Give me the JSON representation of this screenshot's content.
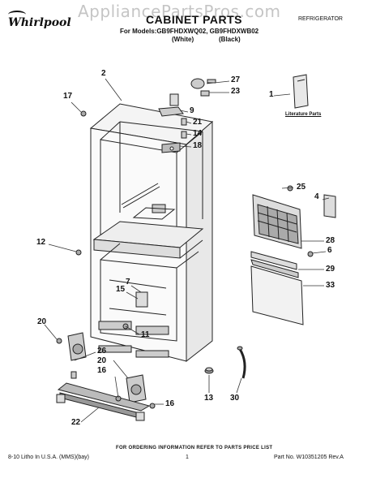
{
  "watermark": "AppliancePartsPros.com",
  "brand": "Whirlpool",
  "title": "CABINET PARTS",
  "category": "REFRIGERATOR",
  "models": "For Models:GB9FHDXWQ02, GB9FHDXWB02",
  "colors": [
    "(White)",
    "(Black)"
  ],
  "literature_label": "Literature Parts",
  "order_note": "FOR ORDERING INFORMATION REFER TO PARTS PRICE LIST",
  "footer": {
    "left": "8-10 Litho In U.S.A. (MMS)(bay)",
    "page": "1",
    "part_no": "Part No. W10351205 Rev.A"
  },
  "part_numbers": {
    "p2": "2",
    "p27": "27",
    "p23": "23",
    "p1": "1",
    "p17": "17",
    "p9": "9",
    "p21": "21",
    "p14": "14",
    "p18": "18",
    "p25": "25",
    "p4": "4",
    "p12": "12",
    "p28": "28",
    "p6": "6",
    "p29": "29",
    "p7": "7",
    "p15": "15",
    "p33": "33",
    "p20": "20",
    "p11": "11",
    "p26": "26",
    "p20b": "20",
    "p16": "16",
    "p16b": "16",
    "p13": "13",
    "p30": "30",
    "p22": "22"
  }
}
